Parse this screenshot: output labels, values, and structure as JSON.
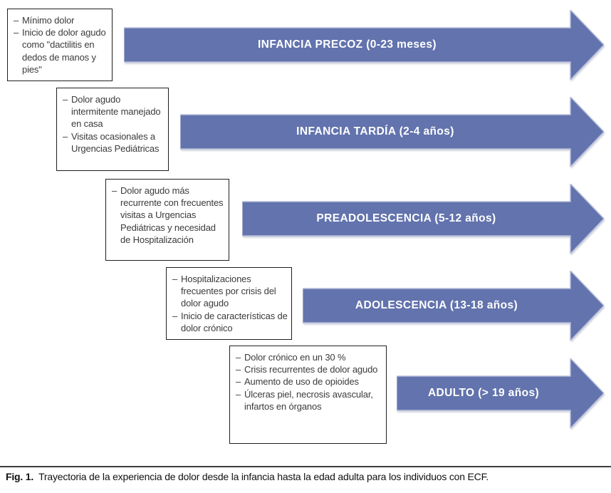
{
  "marks": {
    "dash": "–"
  },
  "colors": {
    "arrow_fill": "#6273ad",
    "arrow_edge": "#b6bdd9",
    "arrow_text": "#ffffff",
    "box_border": "#1f1f1f",
    "box_text": "#3b3b3b"
  },
  "stages": [
    {
      "label": "INFANCIA PRECOZ (0-23 meses)",
      "bullets": [
        "Mínimo dolor",
        "Inicio de dolor agudo como \"dactilitis en dedos de manos y pies\""
      ]
    },
    {
      "label": "INFANCIA TARDÍA (2-4 años)",
      "bullets": [
        "Dolor agudo intermitente manejado en casa",
        "Visitas ocasionales a Urgencias Pediátricas"
      ]
    },
    {
      "label": "PREADOLESCENCIA (5-12 años)",
      "bullets": [
        "Dolor agudo más recurrente con frecuentes visitas a Urgencias Pediátricas y necesidad de Hospitalización"
      ]
    },
    {
      "label": "ADOLESCENCIA (13-18 años)",
      "bullets": [
        "Hospitalizaciones frecuentes por crisis del dolor agudo",
        "Inicio de características de dolor crónico"
      ]
    },
    {
      "label": "ADULTO (> 19 años)",
      "bullets": [
        "Dolor crónico en un 30 %",
        "Crisis recurrentes de dolor agudo",
        "Aumento de uso de opioides",
        "Úlceras piel, necrosis avascular, infartos en órganos"
      ]
    }
  ],
  "caption": {
    "label": "Fig. 1.",
    "text": "Trayectoria de la experiencia de dolor desde la infancia hasta la edad adulta para los individuos con ECF."
  }
}
